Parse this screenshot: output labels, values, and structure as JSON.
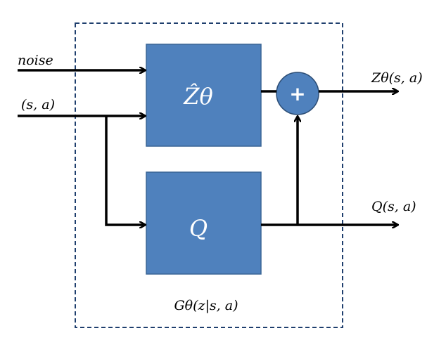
{
  "diagram": {
    "inputs": {
      "noise_label": "noise",
      "state_action_label": "(s, a)"
    },
    "blocks": {
      "z_hat": {
        "label": "Ẑθ",
        "fill": "#4f81bd",
        "stroke": "#3a6595"
      },
      "q": {
        "label": "Q",
        "fill": "#4f81bd",
        "stroke": "#3a6595"
      }
    },
    "sum_node": {
      "label": "+",
      "fill": "#4f81bd",
      "stroke": "#2c4d75"
    },
    "outputs": {
      "z_label": "Zθ(s, a)",
      "q_label": "Q(s, a)"
    },
    "container": {
      "label": "Gθ(z|s, a)",
      "border_color": "#1f3f6e"
    }
  }
}
